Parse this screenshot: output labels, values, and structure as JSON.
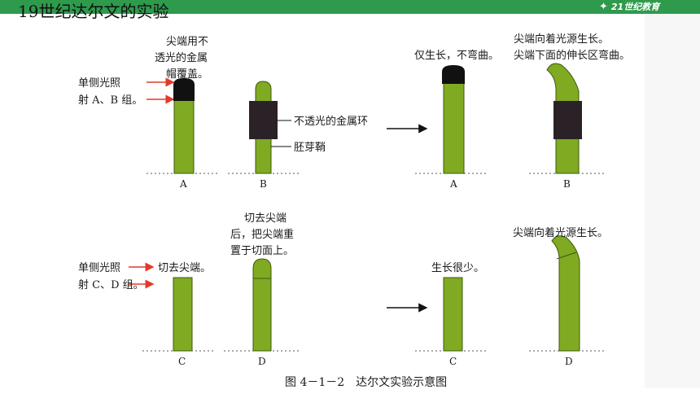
{
  "header": {
    "title": "19世纪达尔文的实验",
    "logo_text": "21世纪教育",
    "logo_mark": "✦"
  },
  "figure": {
    "caption": "图 4－1－2　达尔文实验示意图",
    "top_row": {
      "light_label_lines": [
        "单侧光照",
        "射 A、B 组。"
      ],
      "tip_cap_label_lines": [
        "尖端用不",
        "透光的金属",
        "帽覆盖。"
      ],
      "ring_label": "不透光的金属环",
      "sheath_label": "胚芽鞘",
      "result_a": "仅生长，不弯曲。",
      "result_b_lines": [
        "尖端向着光源生长。",
        "尖端下面的伸长区弯曲。"
      ],
      "letters": [
        "A",
        "B",
        "A",
        "B"
      ]
    },
    "bottom_row": {
      "light_label_lines": [
        "单侧光照",
        "射 C、D 组。"
      ],
      "cut_label": "切去尖端。",
      "replace_label_lines": [
        "切去尖端",
        "后，把尖端重",
        "置于切面上。"
      ],
      "result_c": "生长很少。",
      "result_d": "尖端向着光源生长。",
      "letters": [
        "C",
        "D",
        "C",
        "D"
      ]
    },
    "colors": {
      "plant": "#7faa22",
      "plant_edge": "#3e5a0c",
      "cap": "#111111",
      "ring": "#2a2226",
      "light_arrow": "#e23a2a",
      "accent": "#2e9a4c"
    }
  }
}
